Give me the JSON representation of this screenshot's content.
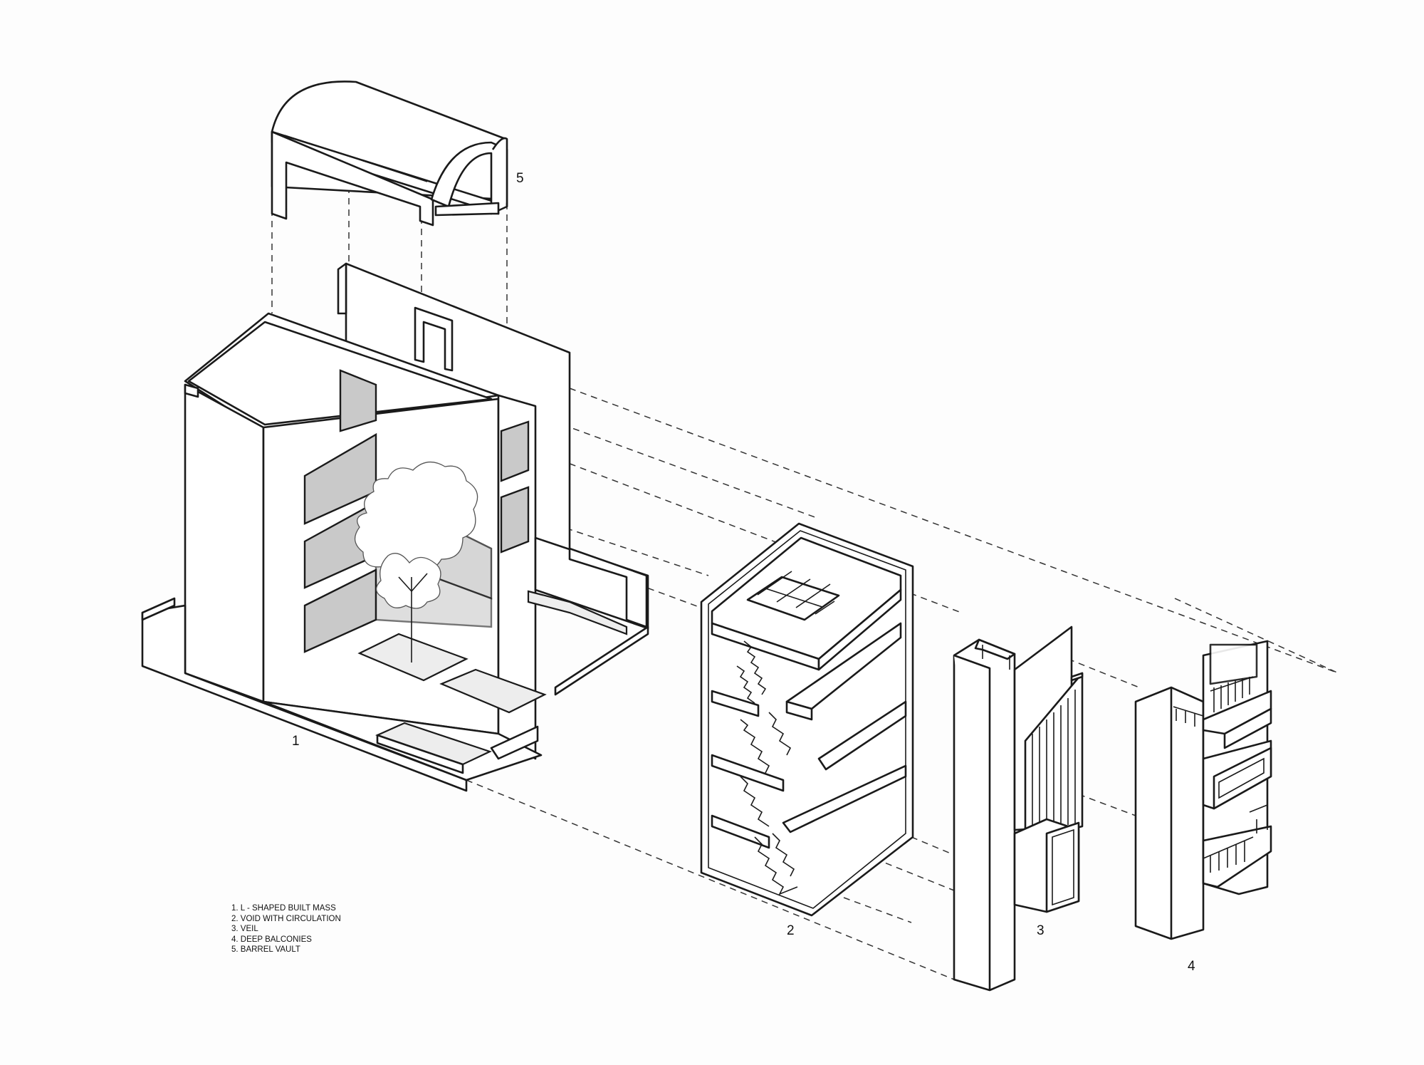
{
  "components": [
    {
      "number": "1",
      "description": "L - SHAPED BUILT MASS"
    },
    {
      "number": "2",
      "description": "VOID WITH CIRCULATION"
    },
    {
      "number": "3",
      "description": "VEIL"
    },
    {
      "number": "4",
      "description": "DEEP BALCONIES"
    },
    {
      "number": "5",
      "description": "BARREL VAULT"
    }
  ],
  "legend": [
    "1. L - SHAPED BUILT MASS",
    "2. VOID WITH CIRCULATION",
    "3. VEIL",
    "4. DEEP BALCONIES",
    "5. BARREL VAULT"
  ],
  "colors": {
    "line": "#1a1a1a",
    "fill_gray": "#c9c9c9",
    "background": "#fdfdfd"
  }
}
